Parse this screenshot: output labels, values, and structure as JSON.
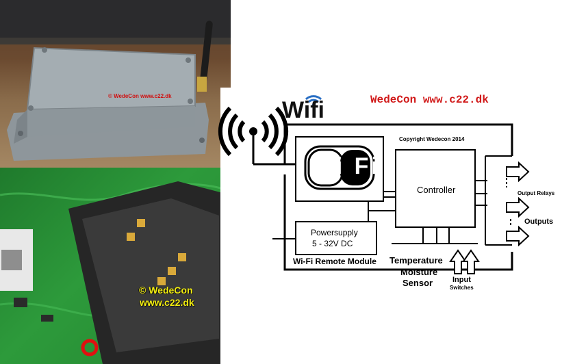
{
  "photos": {
    "enclosure_watermark": "© WedeCon www.c22.dk",
    "pcb_watermark_line1": "© WedeCon",
    "pcb_watermark_line2": "www.c22.dk"
  },
  "diagram": {
    "title": "WedeCon www.c22.dk",
    "brand_wifi": "Wifi",
    "copyright": "Copyright  Wedecon 2014",
    "wifi_logo_text": "Wi Fi",
    "controller_label": "Controller",
    "powersupply_line1": "Powersupply",
    "powersupply_line2": "5 - 32V DC",
    "module_label": "Wi-Fi Remote Module",
    "sensor_line1": "Temperature",
    "sensor_line2": "Moisture",
    "sensor_line3": "Sensor",
    "input_line1": "Input",
    "input_line2": "Switches",
    "relays_label": "Output Relays",
    "outputs_label": "Outputs"
  },
  "colors": {
    "title_red": "#d11a1a",
    "watermark_yellow": "#f3ee10",
    "wifi_blue": "#2a6fc4",
    "pcb_green": "#2d9a3b",
    "enclosure_grey": "#9ba3a8"
  }
}
